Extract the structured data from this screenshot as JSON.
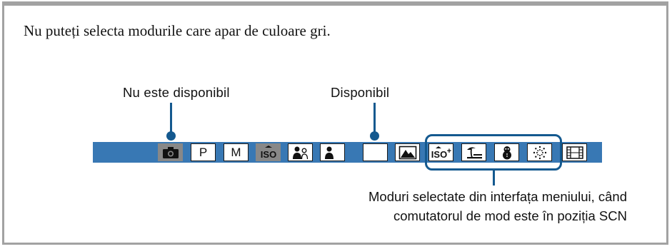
{
  "note": "Nu puteți selecta modurile care apar de culoare gri.",
  "callouts": {
    "unavailable": "Nu este disponibil",
    "available": "Disponibil",
    "scn_line1": "Moduri selectate din interfața meniului, când",
    "scn_line2": "comutatorul de mod este în poziția SCN"
  },
  "modes": [
    {
      "icon": "camera-icon",
      "label": "",
      "state": "unavailable"
    },
    {
      "icon": "program-mode",
      "label": "P",
      "state": "available"
    },
    {
      "icon": "manual-mode",
      "label": "M",
      "state": "available"
    },
    {
      "icon": "high-iso-icon",
      "label": "ISO",
      "state": "unavailable"
    },
    {
      "icon": "portrait-icon",
      "label": "",
      "state": "available"
    },
    {
      "icon": "night-portrait-icon",
      "label": "",
      "state": "available"
    },
    {
      "icon": "night-scene-icon",
      "label": "",
      "state": "available"
    },
    {
      "icon": "landscape-icon",
      "label": "",
      "state": "available"
    },
    {
      "icon": "iso-boost-icon",
      "label": "ISO+",
      "state": "available"
    },
    {
      "icon": "beach-icon",
      "label": "",
      "state": "available"
    },
    {
      "icon": "snow-icon",
      "label": "",
      "state": "available"
    },
    {
      "icon": "fireworks-icon",
      "label": "",
      "state": "available"
    },
    {
      "icon": "movie-icon",
      "label": "",
      "state": "available"
    }
  ],
  "colors": {
    "bar": "#3878b4",
    "leader": "#14598f",
    "unavailable": "#888888",
    "frame": "#a2a2a2"
  }
}
